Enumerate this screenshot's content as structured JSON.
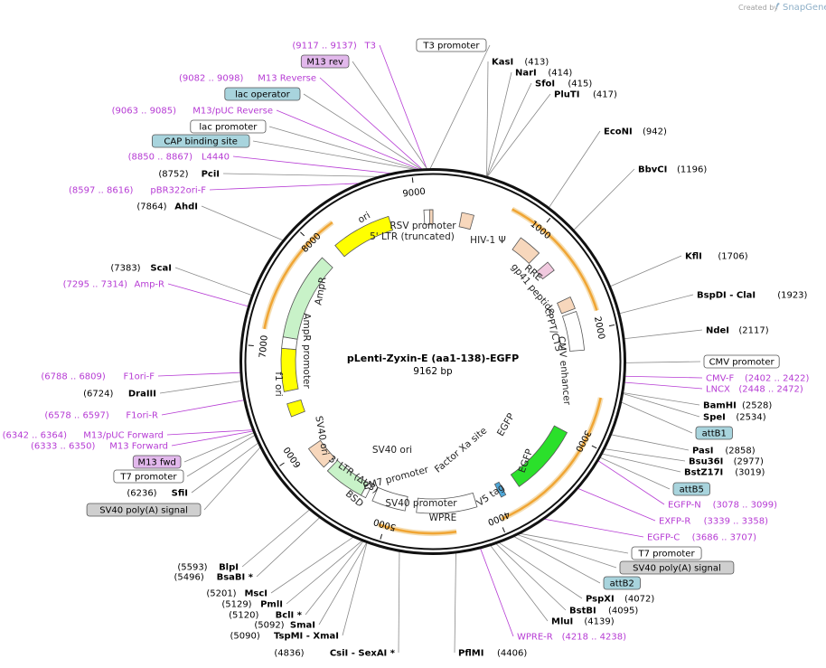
{
  "credit": {
    "prefix": "Created by",
    "brand": "SnapGene"
  },
  "map": {
    "name": "pLenti-Zyxin-E (aa1-138)-EGFP",
    "length_label": "9162 bp",
    "total_bp": 9162
  },
  "ticks": [
    {
      "label": "1000",
      "bp": 1000
    },
    {
      "label": "2000",
      "bp": 2000
    },
    {
      "label": "3000",
      "bp": 3000
    },
    {
      "label": "4000",
      "bp": 4000
    },
    {
      "label": "5000",
      "bp": 5000
    },
    {
      "label": "6000",
      "bp": 6000
    },
    {
      "label": "7000",
      "bp": 7000
    },
    {
      "label": "8000",
      "bp": 8000
    },
    {
      "label": "9000",
      "bp": 9000
    }
  ],
  "features": [
    {
      "name": "RSV promoter",
      "start": 9075,
      "end": 9162,
      "color": "#ffffff"
    },
    {
      "name": "HIV-1 Ψ",
      "start": 280,
      "end": 400,
      "color": "#f7d7bc"
    },
    {
      "name": "RRE",
      "start": 900,
      "end": 1130,
      "color": "#f7d7bc"
    },
    {
      "name": "gp41 peptide",
      "start": 1250,
      "end": 1350,
      "color": "#f1c9df"
    },
    {
      "name": "cPPT/CTS",
      "start": 1650,
      "end": 1770,
      "color": "#f7d7bc"
    },
    {
      "name": "CMV enhancer",
      "start": 1800,
      "end": 2180,
      "color": "#ffffff"
    },
    {
      "name": "EGFP",
      "start": 3000,
      "end": 3700,
      "color": "#2be02b"
    },
    {
      "name": "V5 tag",
      "start": 3850,
      "end": 3900,
      "color": "#4ea7d8"
    },
    {
      "name": "WPRE",
      "start": 4150,
      "end": 4740,
      "color": "#ffffff"
    },
    {
      "name": "SV40 promoter",
      "start": 4850,
      "end": 5180,
      "color": "#ffffff"
    },
    {
      "name": "EM7 promoter",
      "start": 5250,
      "end": 5300,
      "color": "#ffffff"
    },
    {
      "name": "BSD",
      "start": 5300,
      "end": 5700,
      "color": "#c8f2c8"
    },
    {
      "name": "3' LTR (ΔU3)",
      "start": 5750,
      "end": 5980,
      "color": "#f7d7bc"
    },
    {
      "name": "SV40 ori",
      "start": 6330,
      "end": 6460,
      "color": "#ffff00"
    },
    {
      "name": "f1 ori",
      "start": 6580,
      "end": 7000,
      "color": "#ffff00"
    },
    {
      "name": "AmpR promoter",
      "start": 7000,
      "end": 7110,
      "color": "#ffffff"
    },
    {
      "name": "AmpR",
      "start": 7110,
      "end": 7970,
      "color": "#c8f2c8"
    },
    {
      "name": "ori",
      "start": 8141,
      "end": 8729,
      "color": "#ffff00"
    },
    {
      "name": "5' LTR (truncated)",
      "start": 9130,
      "end": 9162,
      "color": "#f7d7bc"
    }
  ],
  "inner_labels": [
    {
      "text": "RSV promoter"
    },
    {
      "text": "5' LTR (truncated)"
    },
    {
      "text": "HIV-1 Ψ"
    },
    {
      "text": "RRE"
    },
    {
      "text": "gp41 peptide"
    },
    {
      "text": "cPPT/CTS"
    },
    {
      "text": "CMV enhancer"
    },
    {
      "text": "EGFP"
    },
    {
      "text": "EGFP"
    },
    {
      "text": "Factor Xa site"
    },
    {
      "text": "V5 tag"
    },
    {
      "text": "WPRE"
    },
    {
      "text": "SV40 promoter"
    },
    {
      "text": "EM7 promoter"
    },
    {
      "text": "3' LTR (ΔU3)"
    },
    {
      "text": "BSD"
    },
    {
      "text": "SV40 ori"
    },
    {
      "text": "SV40 ori"
    },
    {
      "text": "f1 ori"
    },
    {
      "text": "AmpR promoter"
    },
    {
      "text": "AmpR"
    },
    {
      "text": "ori"
    }
  ],
  "right_labels": [
    {
      "name": "KasI",
      "pos": "(413)"
    },
    {
      "name": "NarI",
      "pos": "(414)"
    },
    {
      "name": "SfoI",
      "pos": "(415)"
    },
    {
      "name": "PluTI",
      "pos": "(417)"
    },
    {
      "name": "EcoNI",
      "pos": "(942)"
    },
    {
      "name": "BbvCI",
      "pos": "(1196)"
    },
    {
      "name": "KflI",
      "pos": "(1706)"
    },
    {
      "name": "BspDI - ClaI",
      "pos": "(1923)"
    },
    {
      "name": "NdeI",
      "pos": "(2117)"
    },
    {
      "name": "CMV promoter",
      "box": "white"
    },
    {
      "name": "CMV-F",
      "pos": "(2402 .. 2422)",
      "primer": true
    },
    {
      "name": "LNCX",
      "pos": "(2448 .. 2472)",
      "primer": true
    },
    {
      "name": "BamHI",
      "pos": "(2528)"
    },
    {
      "name": "SpeI",
      "pos": "(2534)"
    },
    {
      "name": "attB1",
      "box": "blue"
    },
    {
      "name": "PasI",
      "pos": "(2858)"
    },
    {
      "name": "Bsu36I",
      "pos": "(2977)"
    },
    {
      "name": "BstZ17I",
      "pos": "(3019)"
    },
    {
      "name": "attB5",
      "box": "blue"
    },
    {
      "name": "EGFP-N",
      "pos": "(3078 .. 3099)",
      "primer": true
    },
    {
      "name": "EXFP-R",
      "pos": "(3339 .. 3358)",
      "primer": true
    },
    {
      "name": "EGFP-C",
      "pos": "(3686 .. 3707)",
      "primer": true
    },
    {
      "name": "T7 promoter",
      "box": "white"
    },
    {
      "name": "SV40 poly(A) signal",
      "box": "gray"
    },
    {
      "name": "attB2",
      "box": "blue"
    },
    {
      "name": "PspXI",
      "pos": "(4072)"
    },
    {
      "name": "BstBI",
      "pos": "(4095)"
    },
    {
      "name": "MluI",
      "pos": "(4139)"
    },
    {
      "name": "WPRE-R",
      "pos": "(4218 .. 4238)",
      "primer": true
    },
    {
      "name": "PflMI",
      "pos": "(4406)"
    }
  ],
  "left_labels": [
    {
      "name": "T3",
      "pos": "(9117 .. 9137)",
      "primer": true
    },
    {
      "name": "T3 promoter",
      "box": "white"
    },
    {
      "name": "M13 rev",
      "box": "purple"
    },
    {
      "name": "M13 Reverse",
      "pos": "(9082 .. 9098)",
      "primer": true
    },
    {
      "name": "lac operator",
      "box": "blue"
    },
    {
      "name": "M13/pUC Reverse",
      "pos": "(9063 .. 9085)",
      "primer": true
    },
    {
      "name": "lac promoter",
      "box": "white"
    },
    {
      "name": "CAP binding site",
      "box": "blue"
    },
    {
      "name": "L4440",
      "pos": "(8850 .. 8867)",
      "primer": true
    },
    {
      "name": "PciI",
      "pos": "(8752)"
    },
    {
      "name": "pBR322ori-F",
      "pos": "(8597 .. 8616)",
      "primer": true
    },
    {
      "name": "AhdI",
      "pos": "(7864)"
    },
    {
      "name": "ScaI",
      "pos": "(7383)"
    },
    {
      "name": "Amp-R",
      "pos": "(7295 .. 7314)",
      "primer": true
    },
    {
      "name": "F1ori-F",
      "pos": "(6788 .. 6809)",
      "primer": true
    },
    {
      "name": "DraIII",
      "pos": "(6724)"
    },
    {
      "name": "F1ori-R",
      "pos": "(6578 .. 6597)",
      "primer": true
    },
    {
      "name": "M13/pUC Forward",
      "pos": "(6342 .. 6364)",
      "primer": true
    },
    {
      "name": "M13 Forward",
      "pos": "(6333 .. 6350)",
      "primer": true
    },
    {
      "name": "M13 fwd",
      "box": "purple"
    },
    {
      "name": "T7 promoter",
      "box": "white"
    },
    {
      "name": "SfiI",
      "pos": "(6236)"
    },
    {
      "name": "SV40 poly(A) signal",
      "box": "gray"
    },
    {
      "name": "BlpI",
      "pos": "(5593)"
    },
    {
      "name": "BsaBI *",
      "pos": "(5496)"
    },
    {
      "name": "MscI",
      "pos": "(5201)"
    },
    {
      "name": "PmlI",
      "pos": "(5129)"
    },
    {
      "name": "BclI *",
      "pos": "(5120)"
    },
    {
      "name": "SmaI",
      "pos": "(5092)"
    },
    {
      "name": "TspMI - XmaI",
      "pos": "(5090)"
    },
    {
      "name": "CsiI - SexAI *",
      "pos": "(4836)"
    }
  ],
  "colors": {
    "primer": "#b63bd4",
    "box_blue": "#a8d4dd",
    "box_purple": "#e2b8ec",
    "box_gray": "#cfcfcf",
    "orf": "#f0a534"
  }
}
